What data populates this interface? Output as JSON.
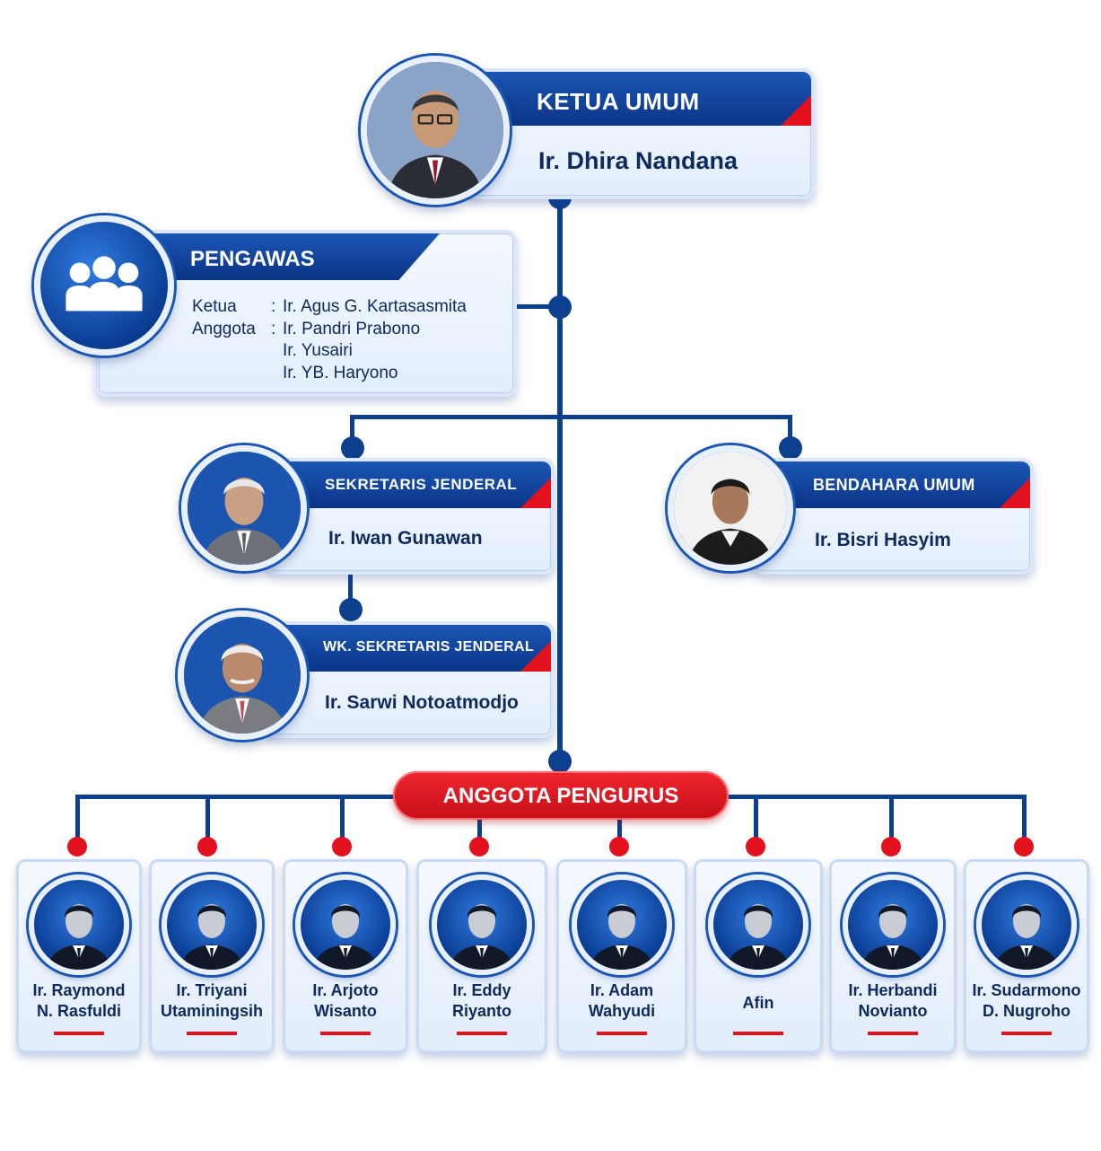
{
  "ketua_umum": {
    "title": "KETUA UMUM",
    "name": "Ir. Dhira Nandana"
  },
  "pengawas": {
    "title": "PENGAWAS",
    "ketua_label": "Ketua",
    "anggota_label": "Anggota",
    "separator": ":",
    "ketua": "Ir. Agus G. Kartasasmita",
    "anggota": [
      "Ir. Pandri Prabono",
      "Ir. Yusairi",
      "Ir. YB. Haryono"
    ]
  },
  "sekretaris_jenderal": {
    "title": "SEKRETARIS JENDERAL",
    "name": "Ir. Iwan Gunawan"
  },
  "wk_sekretaris_jenderal": {
    "title": "WK. SEKRETARIS JENDERAL",
    "name": "Ir. Sarwi Notoatmodjo"
  },
  "bendahara_umum": {
    "title": "BENDAHARA UMUM",
    "name": "Ir. Bisri Hasyim"
  },
  "anggota_pengurus": {
    "title": "ANGGOTA PENGURUS",
    "members": [
      {
        "line1": "Ir. Raymond",
        "line2": "N. Rasfuldi"
      },
      {
        "line1": "Ir. Triyani",
        "line2": "Utaminingsih"
      },
      {
        "line1": "Ir. Arjoto",
        "line2": "Wisanto"
      },
      {
        "line1": "Ir. Eddy",
        "line2": "Riyanto"
      },
      {
        "line1": "Ir. Adam",
        "line2": "Wahyudi"
      },
      {
        "line1": "Afin",
        "line2": ""
      },
      {
        "line1": "Ir. Herbandi",
        "line2": "Novianto"
      },
      {
        "line1": "Ir. Sudarmono",
        "line2": "D. Nugroho"
      }
    ]
  },
  "colors": {
    "navy": "#0d3f8f",
    "blue": "#1b56b5",
    "red": "#e3101e",
    "text": "#0d2a5e"
  },
  "icons": {
    "pengawas": "group-people-icon",
    "member": "person-silhouette-icon"
  }
}
